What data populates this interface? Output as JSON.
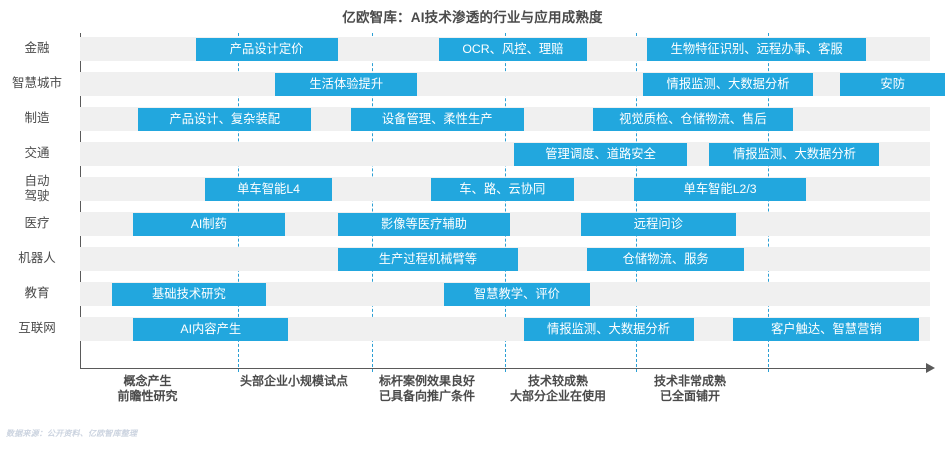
{
  "chart_data": {
    "type": "bar",
    "title": "亿欧智库：AI技术渗透的行业与应用成熟度",
    "xlabel": "",
    "ylabel": "",
    "grid": true,
    "legend_position": "none",
    "accent_color": "#22a7de",
    "band_color": "#f0f0f0",
    "axis_color": "#5a5a5a",
    "gridline_color": "#2b9fd4",
    "x_stage_count": 5,
    "stages": [
      {
        "index": 0,
        "line1": "概念产生",
        "line2": "前瞻性研究"
      },
      {
        "index": 1,
        "line1": "头部企业小规模试点",
        "line2": ""
      },
      {
        "index": 2,
        "line1": "标杆案例效果良好",
        "line2": "已具备向推广条件"
      },
      {
        "index": 3,
        "line1": "技术较成熟",
        "line2": "大部分企业在使用"
      },
      {
        "index": 4,
        "line1": "技术非常成熟",
        "line2": "已全面铺开"
      }
    ],
    "categories": [
      "金融",
      "智慧城市",
      "制造",
      "交通",
      "自动驾驶",
      "医疗",
      "机器人",
      "教育",
      "互联网"
    ],
    "rows": [
      {
        "label_line1": "金融",
        "label_line2": "",
        "bars": [
          {
            "label": "产品设计定价",
            "start": 1.05,
            "end": 2.12
          },
          {
            "label": "OCR、风控、理赔",
            "start": 2.88,
            "end": 4.0
          },
          {
            "label": "生物特征识别、远程办事、客服",
            "start": 4.45,
            "end": 6.1
          }
        ]
      },
      {
        "label_line1": "智慧城市",
        "label_line2": "",
        "bars": [
          {
            "label": "生活体验提升",
            "start": 1.65,
            "end": 2.72
          },
          {
            "label": "情报监测、大数据分析",
            "start": 4.42,
            "end": 5.7
          },
          {
            "label": "安防",
            "start": 5.9,
            "end": 6.7
          }
        ]
      },
      {
        "label_line1": "制造",
        "label_line2": "",
        "bars": [
          {
            "label": "产品设计、复杂装配",
            "start": 0.62,
            "end": 1.92
          },
          {
            "label": "设备管理、柔性生产",
            "start": 2.22,
            "end": 3.52
          },
          {
            "label": "视觉质检、仓储物流、售后",
            "start": 4.04,
            "end": 5.55
          }
        ]
      },
      {
        "label_line1": "交通",
        "label_line2": "",
        "bars": [
          {
            "label": "管理调度、道路安全",
            "start": 3.45,
            "end": 4.75
          },
          {
            "label": "情报监测、大数据分析",
            "start": 4.92,
            "end": 6.2
          }
        ]
      },
      {
        "label_line1": "自动",
        "label_line2": "驾驶",
        "bars": [
          {
            "label": "单车智能L4",
            "start": 1.12,
            "end": 2.08
          },
          {
            "label": "车、路、云协同",
            "start": 2.82,
            "end": 3.9
          },
          {
            "label": "单车智能L2/3",
            "start": 4.35,
            "end": 5.65
          }
        ]
      },
      {
        "label_line1": "医疗",
        "label_line2": "",
        "bars": [
          {
            "label": "AI制药",
            "start": 0.58,
            "end": 1.72
          },
          {
            "label": "影像等医疗辅助",
            "start": 2.12,
            "end": 3.42
          },
          {
            "label": "远程问诊",
            "start": 3.95,
            "end": 5.12
          }
        ]
      },
      {
        "label_line1": "机器人",
        "label_line2": "",
        "bars": [
          {
            "label": "生产过程机械臂等",
            "start": 2.12,
            "end": 3.48
          },
          {
            "label": "仓储物流、服务",
            "start": 4.0,
            "end": 5.18
          }
        ]
      },
      {
        "label_line1": "教育",
        "label_line2": "",
        "bars": [
          {
            "label": "基础技术研究",
            "start": 0.42,
            "end": 1.58
          },
          {
            "label": "智慧教学、评价",
            "start": 2.92,
            "end": 4.02
          }
        ]
      },
      {
        "label_line1": "互联网",
        "label_line2": "",
        "bars": [
          {
            "label": "AI内容产生",
            "start": 0.58,
            "end": 1.75
          },
          {
            "label": "情报监测、大数据分析",
            "start": 3.52,
            "end": 4.8
          },
          {
            "label": "客户触达、智慧营销",
            "start": 5.1,
            "end": 6.5
          }
        ]
      }
    ]
  },
  "footer": {
    "source": "数据来源：公开资料、亿欧智库整理"
  }
}
